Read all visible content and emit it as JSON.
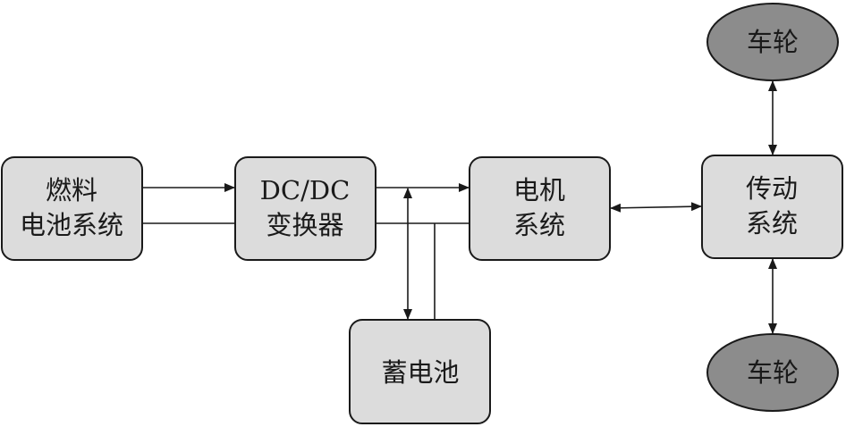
{
  "nodes": {
    "fuel_cell": {
      "line1": "燃料",
      "line2": "电池系统"
    },
    "dcdc": {
      "line1": "DC/DC",
      "line2": "变换器"
    },
    "motor": {
      "line1": "电机",
      "line2": "系统"
    },
    "transmission": {
      "line1": "传动",
      "line2": "系统"
    },
    "battery": {
      "label": "蓄电池"
    },
    "wheel_top": {
      "label": "车轮"
    },
    "wheel_bottom": {
      "label": "车轮"
    }
  },
  "colors": {
    "box_fill": "#dcdcdc",
    "wheel_fill": "#8c8c8c",
    "stroke": "#1a1a1a"
  }
}
